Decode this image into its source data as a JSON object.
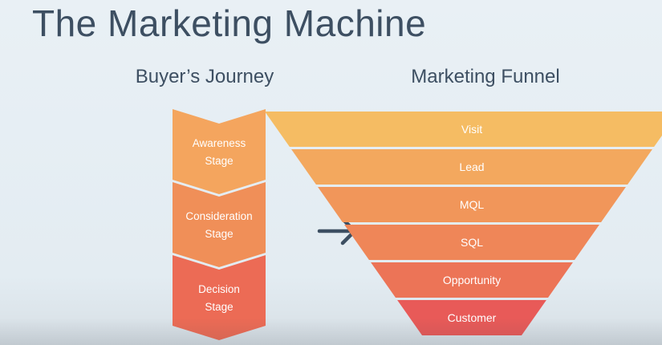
{
  "slide": {
    "title": "The Marketing Machine"
  },
  "buyers_journey": {
    "heading": "Buyer’s Journey",
    "stages": [
      {
        "line1": "Awareness",
        "line2": "Stage",
        "color": "#f4a55e"
      },
      {
        "line1": "Consideration",
        "line2": "Stage",
        "color": "#f08f58"
      },
      {
        "line1": "Decision",
        "line2": "Stage",
        "color": "#ec6b55"
      }
    ]
  },
  "arrow": {
    "icon": "right-arrow-icon",
    "color": "#3d4f62"
  },
  "marketing_funnel": {
    "heading": "Marketing Funnel",
    "levels": [
      {
        "label": "Visit",
        "color": "#f5bc63"
      },
      {
        "label": "Lead",
        "color": "#f3a85e"
      },
      {
        "label": "MQL",
        "color": "#f1965a"
      },
      {
        "label": "SQL",
        "color": "#ef8658"
      },
      {
        "label": "Opportunity",
        "color": "#ec7457"
      },
      {
        "label": "Customer",
        "color": "#e85a58"
      }
    ]
  }
}
